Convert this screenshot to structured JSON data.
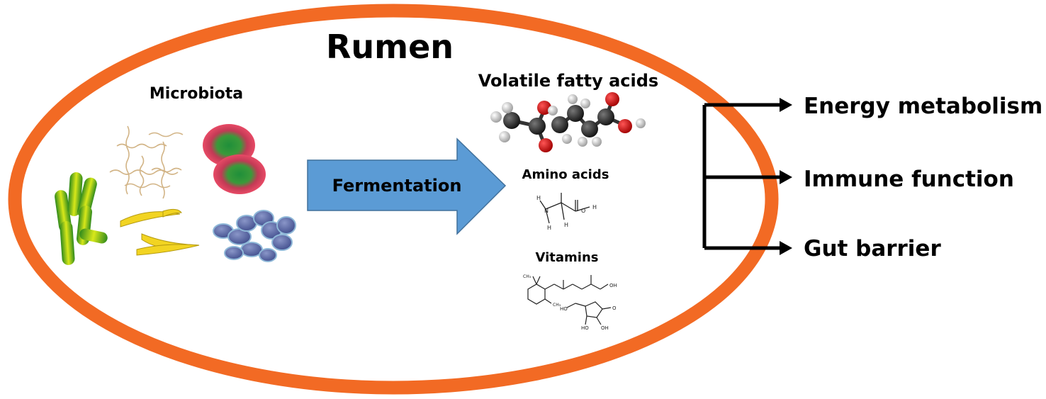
{
  "title": "Rumen",
  "microbiota_label": "Microbiota",
  "process_label": "Fermentation",
  "products": {
    "vfa": "Volatile fatty acids",
    "amino": "Amino acids",
    "vitamins": "Vitamins"
  },
  "outcomes": [
    "Energy metabolism",
    "Immune function",
    "Gut barrier"
  ],
  "colors": {
    "rumen_outline": "#F26A24",
    "arrow_fill": "#5B9BD5",
    "arrow_stroke": "#41719C",
    "bracket": "#000000"
  }
}
